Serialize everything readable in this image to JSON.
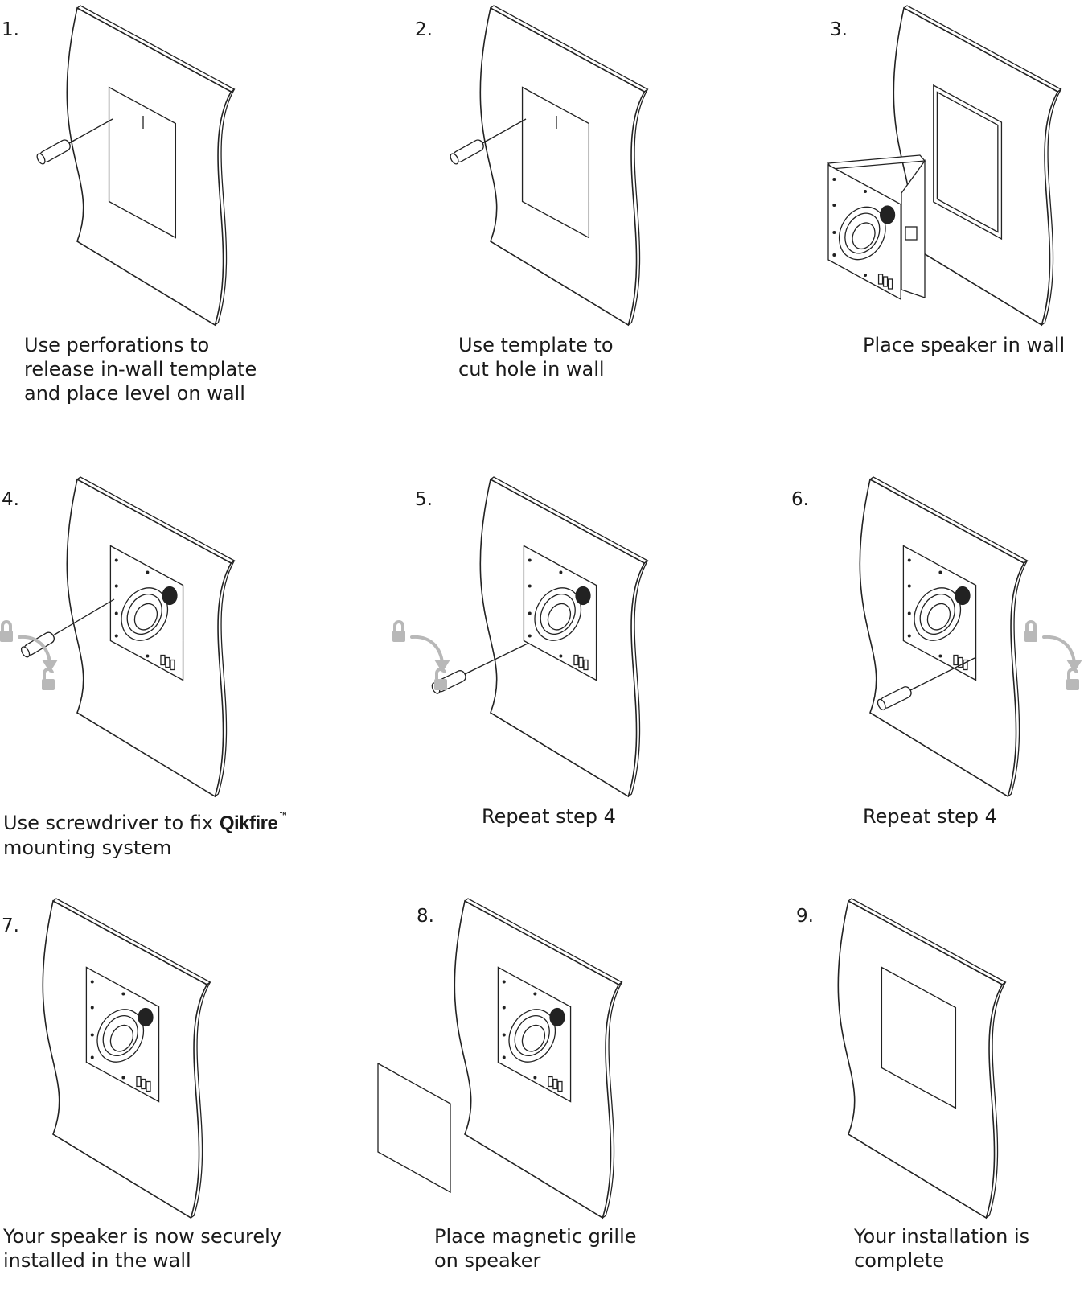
{
  "steps": [
    {
      "number": "1.",
      "lines": [
        "Use perforations to",
        "release in-wall template",
        "and place level on wall"
      ]
    },
    {
      "number": "2.",
      "lines": [
        "Use template to",
        "cut hole in wall"
      ]
    },
    {
      "number": "3.",
      "lines": [
        "Place speaker in wall"
      ]
    },
    {
      "number": "4.",
      "lines": [
        "Use screwdriver to fix ",
        "mounting system"
      ],
      "brand": "Qikfire",
      "trademark": "™"
    },
    {
      "number": "5.",
      "lines": [
        "Repeat step 4"
      ]
    },
    {
      "number": "6.",
      "lines": [
        "Repeat step 4"
      ]
    },
    {
      "number": "7.",
      "lines": [
        "Your speaker is now securely",
        "installed in the wall"
      ]
    },
    {
      "number": "8.",
      "lines": [
        "Place magnetic grille",
        "on speaker"
      ]
    },
    {
      "number": "9.",
      "lines": [
        "Your installation is",
        "complete"
      ]
    }
  ]
}
